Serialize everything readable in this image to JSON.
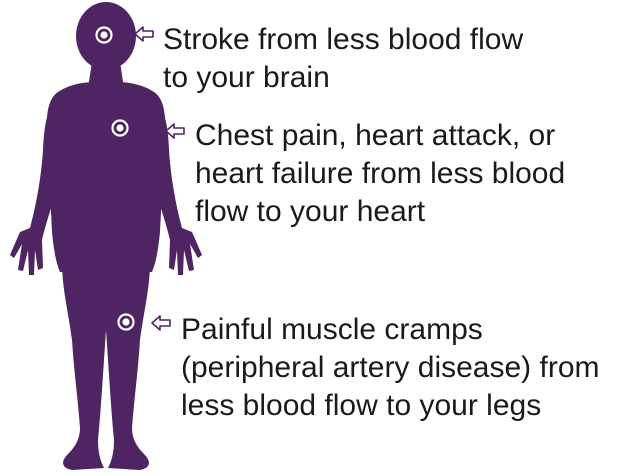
{
  "colors": {
    "body_fill": "#4e2462",
    "marker_ring": "#ffffff",
    "text": "#1a1a1a",
    "arrow_stroke": "#4e2462"
  },
  "callouts": {
    "brain": {
      "lines": [
        "Stroke from less blood flow",
        "to your brain"
      ]
    },
    "heart": {
      "lines": [
        "Chest pain, heart attack, or",
        "heart failure from less blood",
        "flow to your heart"
      ]
    },
    "legs": {
      "lines": [
        "Painful muscle cramps",
        "(peripheral artery disease) from",
        "less blood flow to your legs"
      ]
    }
  },
  "icons": {
    "body": "human-silhouette-icon",
    "marker": "target-marker-icon",
    "arrow": "arrow-left-outline-icon"
  }
}
